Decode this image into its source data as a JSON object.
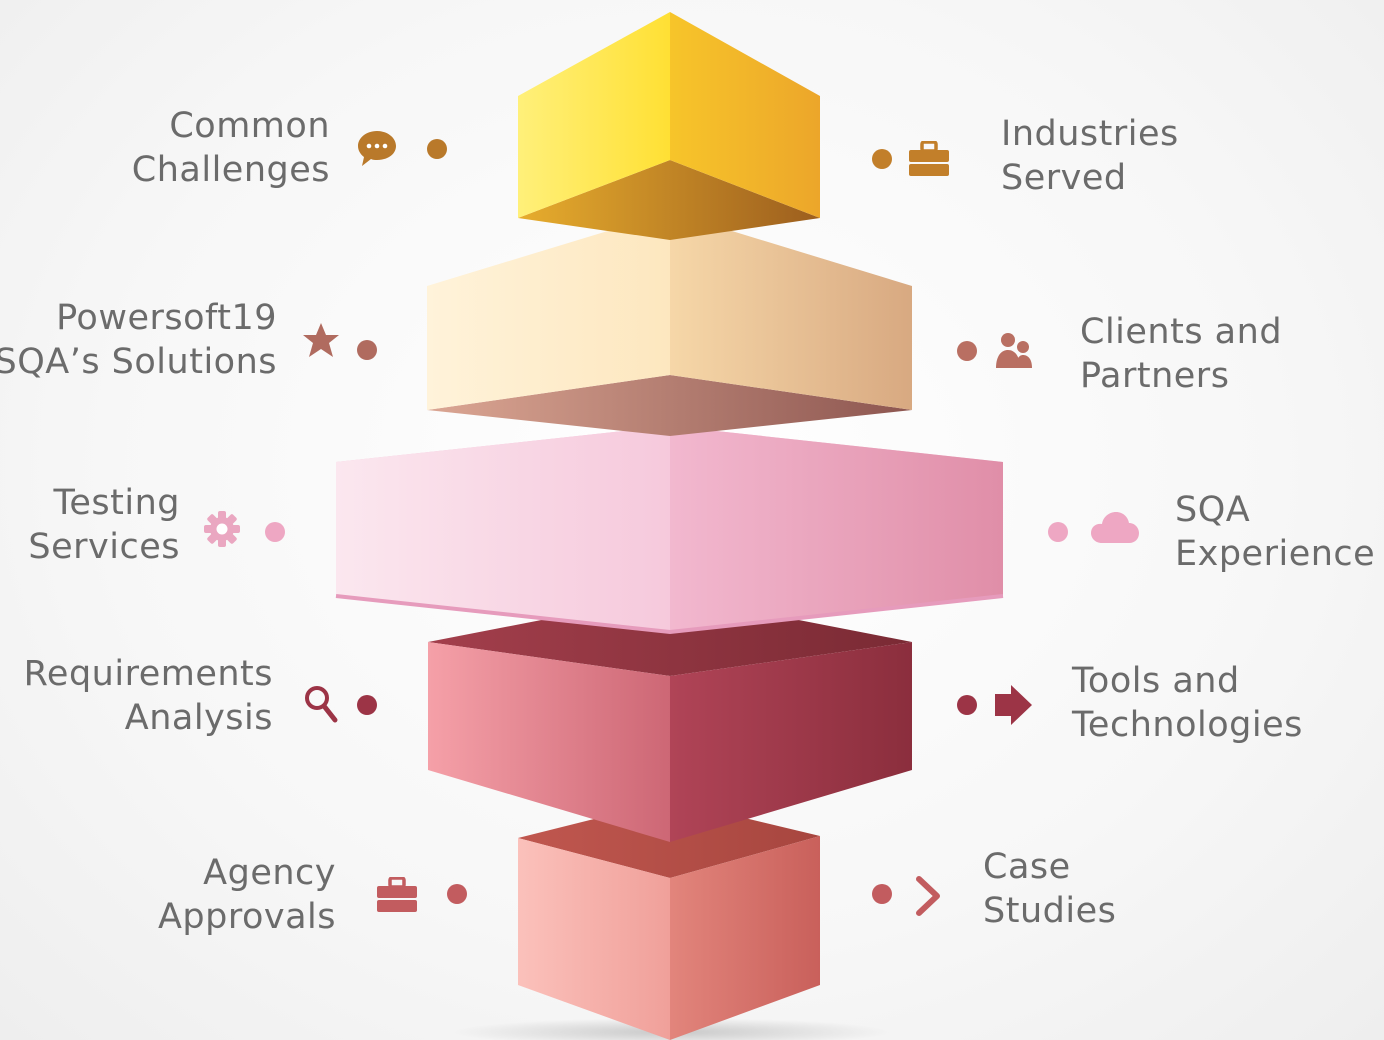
{
  "colors": {
    "tier1": "#f2c23a",
    "tier2": "#e8b78e",
    "tier3": "#f1b3cd",
    "tier4": "#b64a59",
    "tier5": "#e98f86",
    "label_text": "#6b6b6b"
  },
  "items": [
    {
      "side": "left",
      "tier": 1,
      "line1": "Common",
      "line2": "Challenges",
      "icon": "chat-bubble-icon",
      "color": "#b9792a"
    },
    {
      "side": "right",
      "tier": 1,
      "line1": "Industries",
      "line2": "Served",
      "icon": "briefcase-icon",
      "color": "#c27f2a"
    },
    {
      "side": "left",
      "tier": 2,
      "line1": "Powersoft19",
      "line2": "SQA’s Solutions",
      "icon": "star-icon",
      "color": "#b06b5f"
    },
    {
      "side": "right",
      "tier": 2,
      "line1": "Clients and",
      "line2": "Partners",
      "icon": "users-icon",
      "color": "#b96f62"
    },
    {
      "side": "left",
      "tier": 3,
      "line1": "Testing",
      "line2": "Services",
      "icon": "gear-icon",
      "color": "#eaa7c1"
    },
    {
      "side": "right",
      "tier": 3,
      "line1": "SQA",
      "line2": "Experience",
      "icon": "cloud-icon",
      "color": "#eea7c3"
    },
    {
      "side": "left",
      "tier": 4,
      "line1": "Requirements",
      "line2": "Analysis",
      "icon": "search-icon",
      "color": "#9c3446"
    },
    {
      "side": "right",
      "tier": 4,
      "line1": "Tools and",
      "line2": "Technologies",
      "icon": "arrow-right-icon",
      "color": "#9c3446"
    },
    {
      "side": "left",
      "tier": 5,
      "line1": "Agency",
      "line2": "Approvals",
      "icon": "briefcase-icon",
      "color": "#c25c5f"
    },
    {
      "side": "right",
      "tier": 5,
      "line1": "Case",
      "line2": "Studies",
      "icon": "chevron-right-icon",
      "color": "#c25c5f"
    }
  ]
}
